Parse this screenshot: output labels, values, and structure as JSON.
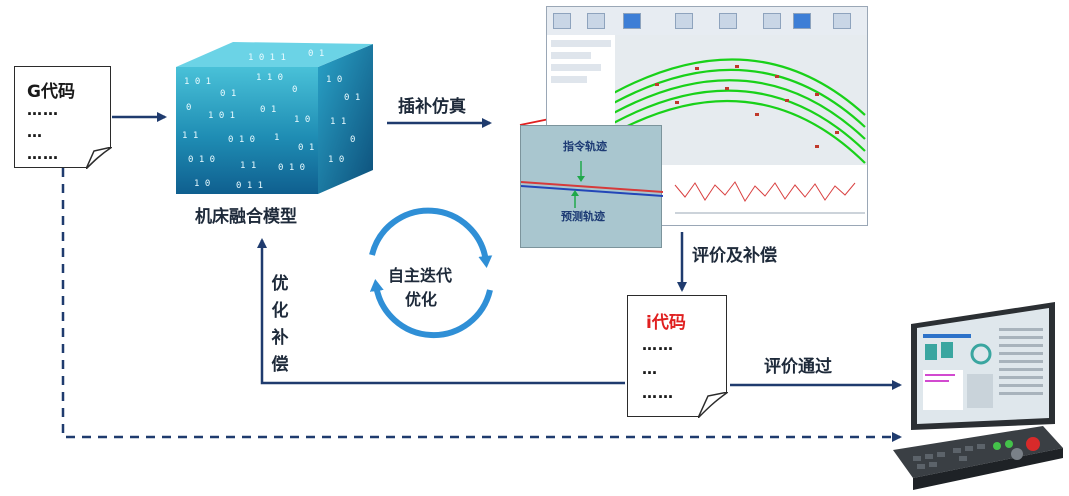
{
  "g_code_doc": {
    "title": "G代码",
    "lines": [
      "……",
      "…",
      "……"
    ]
  },
  "i_code_doc": {
    "title": "i代码",
    "lines": [
      "……",
      "…",
      "……"
    ]
  },
  "model_label": "机床融合模型",
  "sim_label": "插补仿真",
  "eval_label": "评价及补偿",
  "loop_label_line1": "自主迭代",
  "loop_label_line2": "优化",
  "feedback_label_chars": [
    "优",
    "化",
    "补",
    "偿"
  ],
  "pass_label": "评价通过",
  "zoom": {
    "command_path_label": "指令轨迹",
    "predicted_path_label": "预测轨迹"
  },
  "colors": {
    "arrow": "#1f3b6e",
    "loop_arrow": "#2f8fd6",
    "accent_red": "#e02020",
    "sim_curve": "#19d119"
  },
  "icons": [
    "binary-data-cube-icon",
    "cnc-machine-panel-icon",
    "cycle-arrows-icon"
  ]
}
